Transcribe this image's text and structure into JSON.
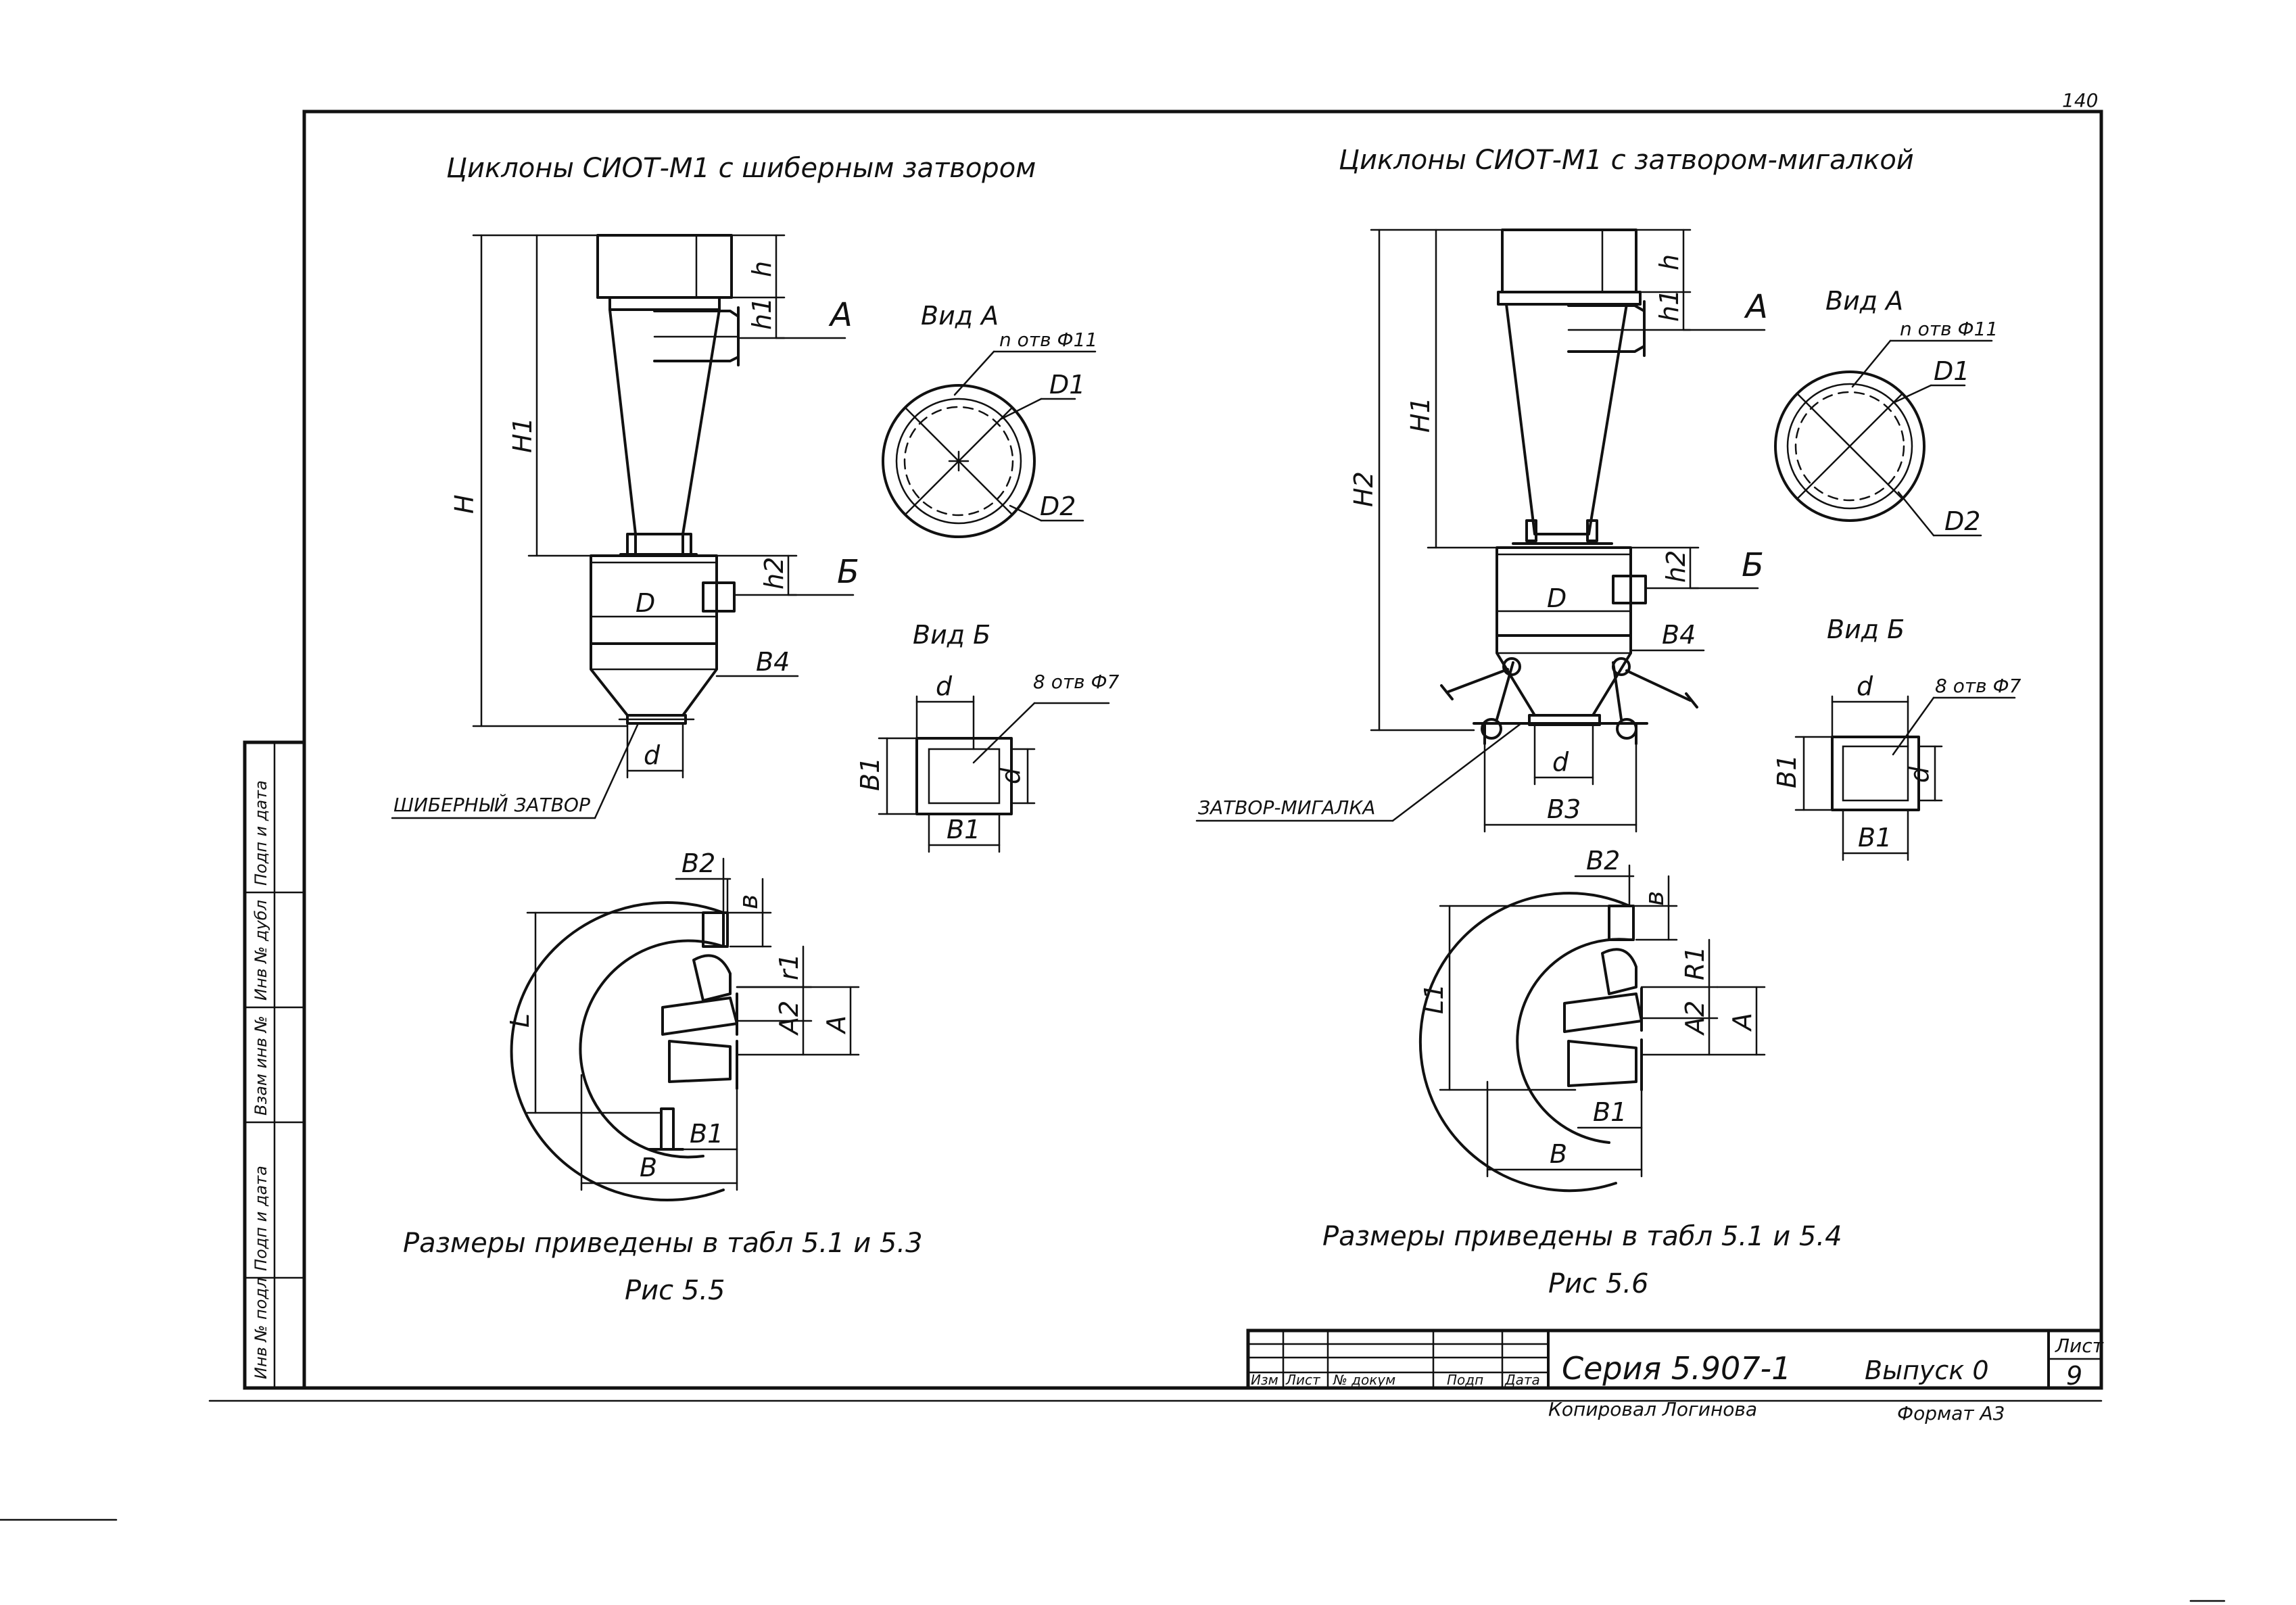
{
  "left": {
    "title": "Циклоны СИОТ-М1 с шиберным затвором",
    "labels": {
      "H": "H",
      "H1": "H1",
      "h": "h",
      "h1": "h1",
      "h2": "h2",
      "A": "A",
      "B": "Б",
      "D": "D",
      "B4": "B4",
      "d": "d",
      "valve": "ШИБЕРНЫЙ ЗАТВОР"
    },
    "viewA": {
      "title": "Вид А",
      "holes": "n отв Ф11",
      "D1": "D1",
      "D2": "D2"
    },
    "viewB": {
      "title": "Вид Б",
      "holes": "8 отв Ф7",
      "d": "d",
      "B1": "B1"
    },
    "plan": {
      "B2": "B2",
      "b": "в",
      "r1": "r1",
      "A2": "A2",
      "A": "A",
      "L": "L",
      "B1": "B1",
      "B": "B"
    },
    "note": "Размеры приведены в табл 5.1 и 5.3",
    "figure": "Рис 5.5"
  },
  "right": {
    "title": "Циклоны СИОТ-М1 с затвором-мигалкой",
    "labels": {
      "H2": "H2",
      "H1": "H1",
      "h": "h",
      "h1": "h1",
      "h2": "h2",
      "A": "A",
      "B": "Б",
      "D": "D",
      "B4": "B4",
      "d": "d",
      "B3": "B3",
      "valve": "ЗАТВОР-МИГАЛКА"
    },
    "viewA": {
      "title": "Вид А",
      "holes": "n отв Ф11",
      "D1": "D1",
      "D2": "D2"
    },
    "viewB": {
      "title": "Вид Б",
      "holes": "8 отв Ф7",
      "d": "d",
      "B1": "B1"
    },
    "plan": {
      "B2": "B2",
      "b": "в",
      "R1": "R1",
      "A2": "A2",
      "A": "A",
      "L1": "L1",
      "B1": "B1",
      "B": "B"
    },
    "note": "Размеры приведены в табл 5.1 и 5.4",
    "figure": "Рис 5.6"
  },
  "sidebar": {
    "cells": [
      "Инв № подл",
      "Подп и дата",
      "Взам инв №",
      "Инв № дубл",
      "Подп и дата"
    ]
  },
  "stamp": {
    "cols": [
      "Изм",
      "Лист",
      "№ докум",
      "Подп",
      "Дата"
    ],
    "series": "Серия 5.907-1",
    "issue": "Выпуск 0",
    "sheet_label": "Лист",
    "sheet_no": "9",
    "copied": "Копировал Логинова",
    "format": "Формат А3",
    "top_mark": "140"
  }
}
